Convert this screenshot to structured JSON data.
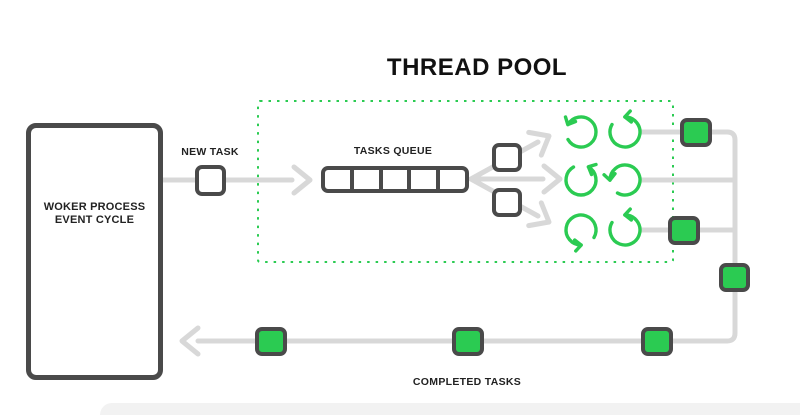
{
  "title": "THREAD POOL",
  "worker": {
    "label_line1": "WOKER PROCESS",
    "label_line2": "EVENT CYCLE"
  },
  "labels": {
    "new_task": "NEW TASK",
    "tasks_queue": "TASKS QUEUE",
    "completed_tasks": "COMPLETED TASKS"
  },
  "queue": {
    "cell_count": 5
  },
  "thread_pool": {
    "rows": 3,
    "threads_per_row": 2
  },
  "colors": {
    "green": "#2BCB52",
    "dark_gray": "#4A4A4A",
    "line_gray": "#D8D8D8",
    "text": "#222222",
    "title": "#111111",
    "band": "#F2F2F2"
  }
}
